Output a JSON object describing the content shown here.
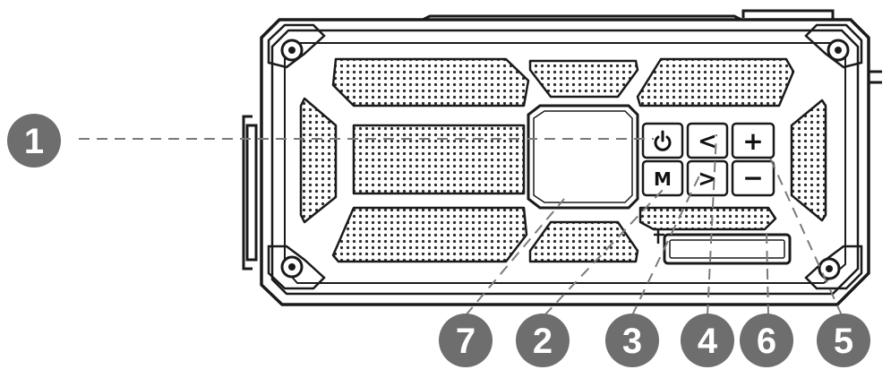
{
  "buttons": {
    "power": {
      "icon": "power-icon"
    },
    "prev": {
      "label": "<"
    },
    "volume_up": {
      "label": "+"
    },
    "mode": {
      "label": "M"
    },
    "next": {
      "label": ">"
    },
    "volume_down": {
      "label": "−"
    }
  },
  "callouts": [
    {
      "id": "1",
      "label": "1"
    },
    {
      "id": "2",
      "label": "2"
    },
    {
      "id": "3",
      "label": "3"
    },
    {
      "id": "4",
      "label": "4"
    },
    {
      "id": "5",
      "label": "5"
    },
    {
      "id": "6",
      "label": "6"
    },
    {
      "id": "7",
      "label": "7"
    }
  ],
  "colors": {
    "line": "#1a1a1a",
    "callout_fill": "#6e6e6e",
    "leader": "#7a7a7a",
    "dots": "#2a2a2a"
  }
}
